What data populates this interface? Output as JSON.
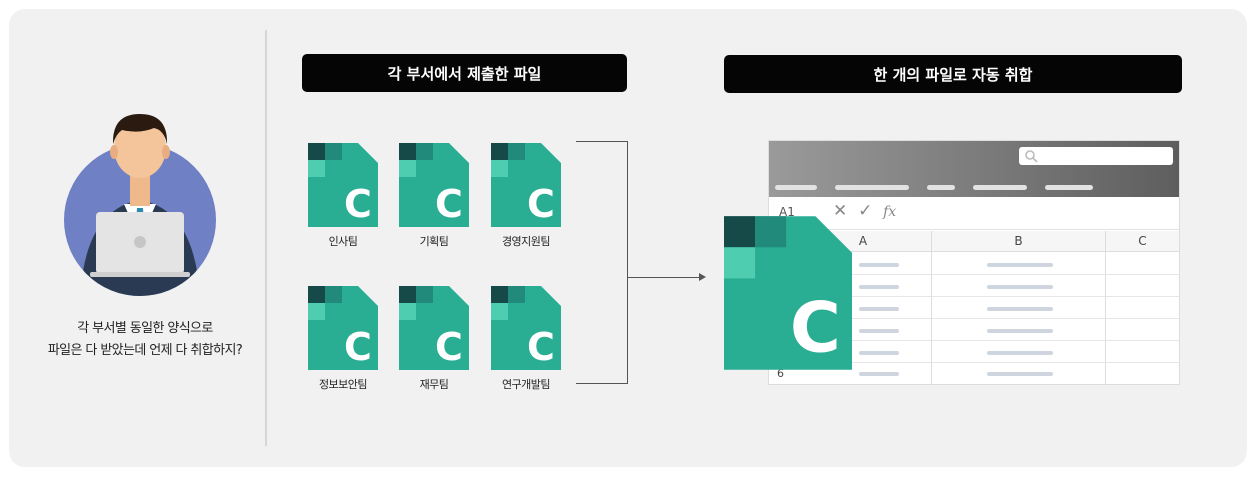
{
  "caption": {
    "line1": "각 부서별 동일한 양식으로",
    "line2": "파일은 다 받았는데 언제 다 취합하지?"
  },
  "banners": {
    "left": "각 부서에서 제출한 파일",
    "right": "한 개의 파일로 자동 취합"
  },
  "files": [
    {
      "label": "인사팀"
    },
    {
      "label": "기획팀"
    },
    {
      "label": "경영지원팀"
    },
    {
      "label": "정보보안팀"
    },
    {
      "label": "재무팀"
    },
    {
      "label": "연구개발팀"
    }
  ],
  "file_icon_letter": "C",
  "spreadsheet": {
    "cell_ref": "A1",
    "fx": "fx",
    "columns": [
      "A",
      "B",
      "C"
    ],
    "last_row_number": "6"
  },
  "colors": {
    "file_green": "#2aae93",
    "file_dark": "#154a48",
    "file_mid": "#218a7b",
    "file_light": "#4fcdb0",
    "banner_bg": "#050505",
    "avatar_circle": "#6f80c4"
  }
}
